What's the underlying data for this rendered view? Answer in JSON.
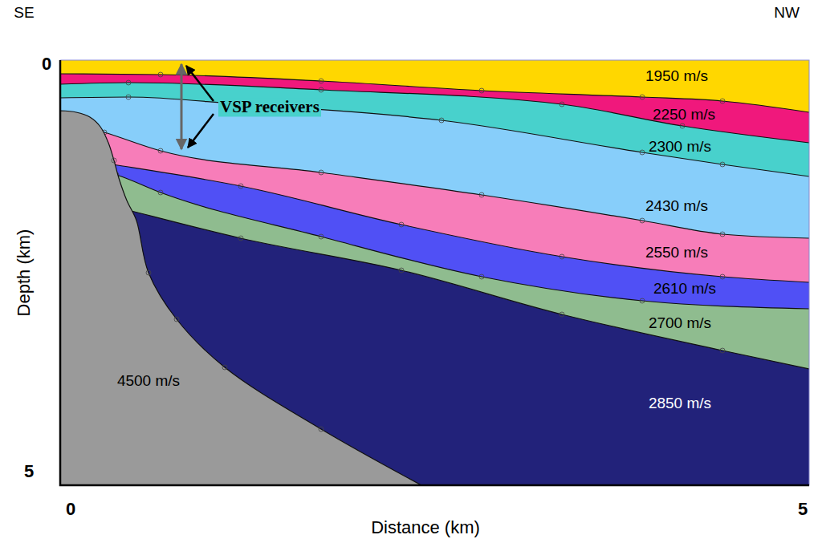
{
  "diagram": {
    "labels": [
      "SE",
      "NW",
      "0",
      "VSP receivers",
      "1950 m/s",
      "2250 m/s",
      "2300 m/s",
      "2430 m/s",
      "2550 m/s",
      "2610 m/s",
      "2700 m/s",
      "Depth (km)",
      "4500 m/s",
      "2850 m/s",
      "5",
      "0",
      "Distance (km)",
      "5"
    ]
  }
}
